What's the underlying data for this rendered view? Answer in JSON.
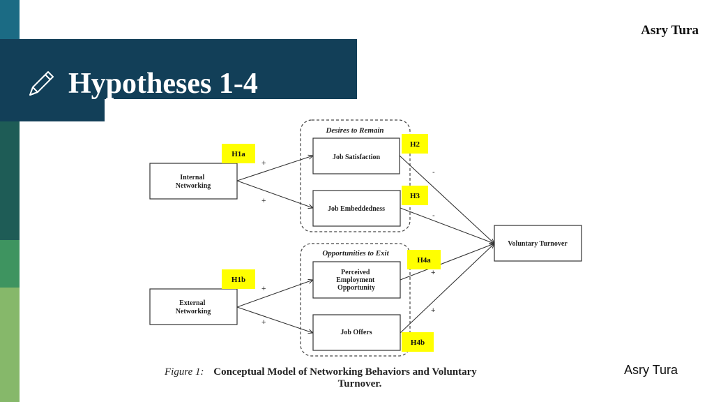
{
  "author": "Asry Tura",
  "title": "Hypotheses 1-4",
  "colors": {
    "title_bg": "#123f58",
    "stripe_top": "#1b6b84",
    "stripe_mid": "#1e5c56",
    "stripe_green": "#3e9460",
    "stripe_light": "#86b86a",
    "hypothesis_bg": "#ffff00"
  },
  "icons": [
    "pencil-icon"
  ],
  "diagram": {
    "groups": {
      "remain": "Desires to Remain",
      "exit": "Opportunities to Exit"
    },
    "boxes": {
      "internal": [
        "Internal",
        "Networking"
      ],
      "external": [
        "External",
        "Networking"
      ],
      "job_satisfaction": [
        "Job Satisfaction"
      ],
      "job_embeddedness": [
        "Job Embeddedness"
      ],
      "perceived": [
        "Perceived",
        "Employment",
        "Opportunity"
      ],
      "job_offers": [
        "Job Offers"
      ],
      "turnover": [
        "Voluntary Turnover"
      ]
    },
    "hypotheses": {
      "h1a": "H1a",
      "h1b": "H1b",
      "h2": "H2",
      "h3": "H3",
      "h4a": "H4a",
      "h4b": "H4b"
    },
    "signs": {
      "int_js": "+",
      "int_je": "+",
      "js_vt": "-",
      "je_vt": "-",
      "ext_pe": "+",
      "ext_jo": "+",
      "pe_vt": "+",
      "jo_vt": "+"
    }
  },
  "caption": {
    "figure": "Figure 1:",
    "line1": "Conceptual Model of Networking Behaviors and Voluntary",
    "line2": "Turnover."
  }
}
